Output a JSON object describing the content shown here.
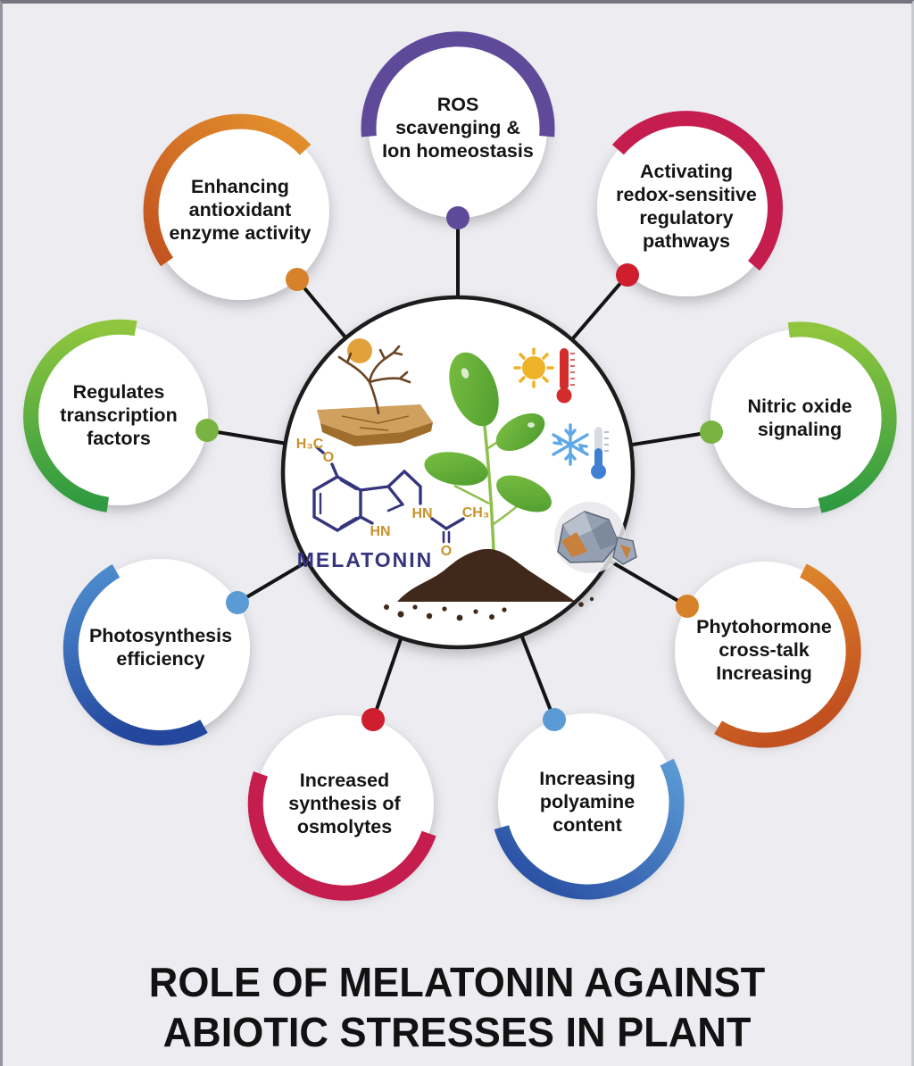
{
  "title": "ROLE OF MELATONIN AGAINST\nABIOTIC STRESSES IN PLANT",
  "satellites": [
    {
      "id": "ros",
      "label": "ROS\nscavenging &\nIon homeostasis",
      "accent": "#5f4a99",
      "dot": "#5f4a99"
    },
    {
      "id": "redox",
      "label": "Activating\nredox-sensitive\nregulatory\npathways",
      "accent": "#c51d4d",
      "dot": "#cf1e2e"
    },
    {
      "id": "nitric-oxide",
      "label": "Nitric oxide\nsignaling",
      "accent": "#3fa344",
      "dot": "#79b342"
    },
    {
      "id": "phytohormone",
      "label": "Phytohormone\ncross-talk\nIncreasing",
      "accent": "#d2691e",
      "dot": "#d8812b"
    },
    {
      "id": "polyamine",
      "label": "Increasing\npolyamine\ncontent",
      "accent": "#2f5bab",
      "dot": "#5b9bd5"
    },
    {
      "id": "osmolytes",
      "label": "Increased\nsynthesis of\nosmolytes",
      "accent": "#c51d4d",
      "dot": "#cf1e2e"
    },
    {
      "id": "photosynthesis",
      "label": "Photosynthesis\nefficiency",
      "accent": "#2f5bab",
      "dot": "#5b9bd5"
    },
    {
      "id": "transcription",
      "label": "Regulates\ntranscription\nfactors",
      "accent": "#3fa344",
      "dot": "#79b342"
    },
    {
      "id": "antioxidant",
      "label": "Enhancing\nantioxidant\nenzyme activity",
      "accent": "#d2691e",
      "dot": "#d8812b"
    }
  ],
  "center": {
    "molecule_name": "MELATONIN",
    "atoms": {
      "methoxy_methyl": "H₃C",
      "methoxy_oxygen": "O",
      "indole_nh": "HN",
      "amide_nh": "HN",
      "acetyl_methyl": "CH₃",
      "carbonyl_oxygen": "O"
    },
    "stress_icons": [
      "drought-sun-icon",
      "drought-dead-tree-icon",
      "heat-sun-icon",
      "heat-thermometer-icon",
      "cold-snowflake-icon",
      "cold-thermometer-icon",
      "heavy-metal-rocks-icon",
      "seedling-icon",
      "soil-mound-icon"
    ]
  },
  "colors": {
    "background": "#ececf1",
    "connector": "#141414",
    "circle_fill": "#ffffff",
    "center_stroke": "#1a1a1a",
    "purple": "#5f4a99",
    "crimson": "#c51d4d",
    "red_dot": "#cf1e2e",
    "green_light": "#8fc63e",
    "green_dark": "#2f9a41",
    "orange_light": "#e5932e",
    "orange_dark": "#c2511f",
    "blue_light": "#5b9bd5",
    "blue_dark": "#24479e",
    "leaf_light": "#7cc043",
    "leaf_dark": "#4d9b2e",
    "soil": "#40291a",
    "molecule_navy": "#35357e",
    "molecule_gold": "#c8922b",
    "title_color": "#121212"
  }
}
